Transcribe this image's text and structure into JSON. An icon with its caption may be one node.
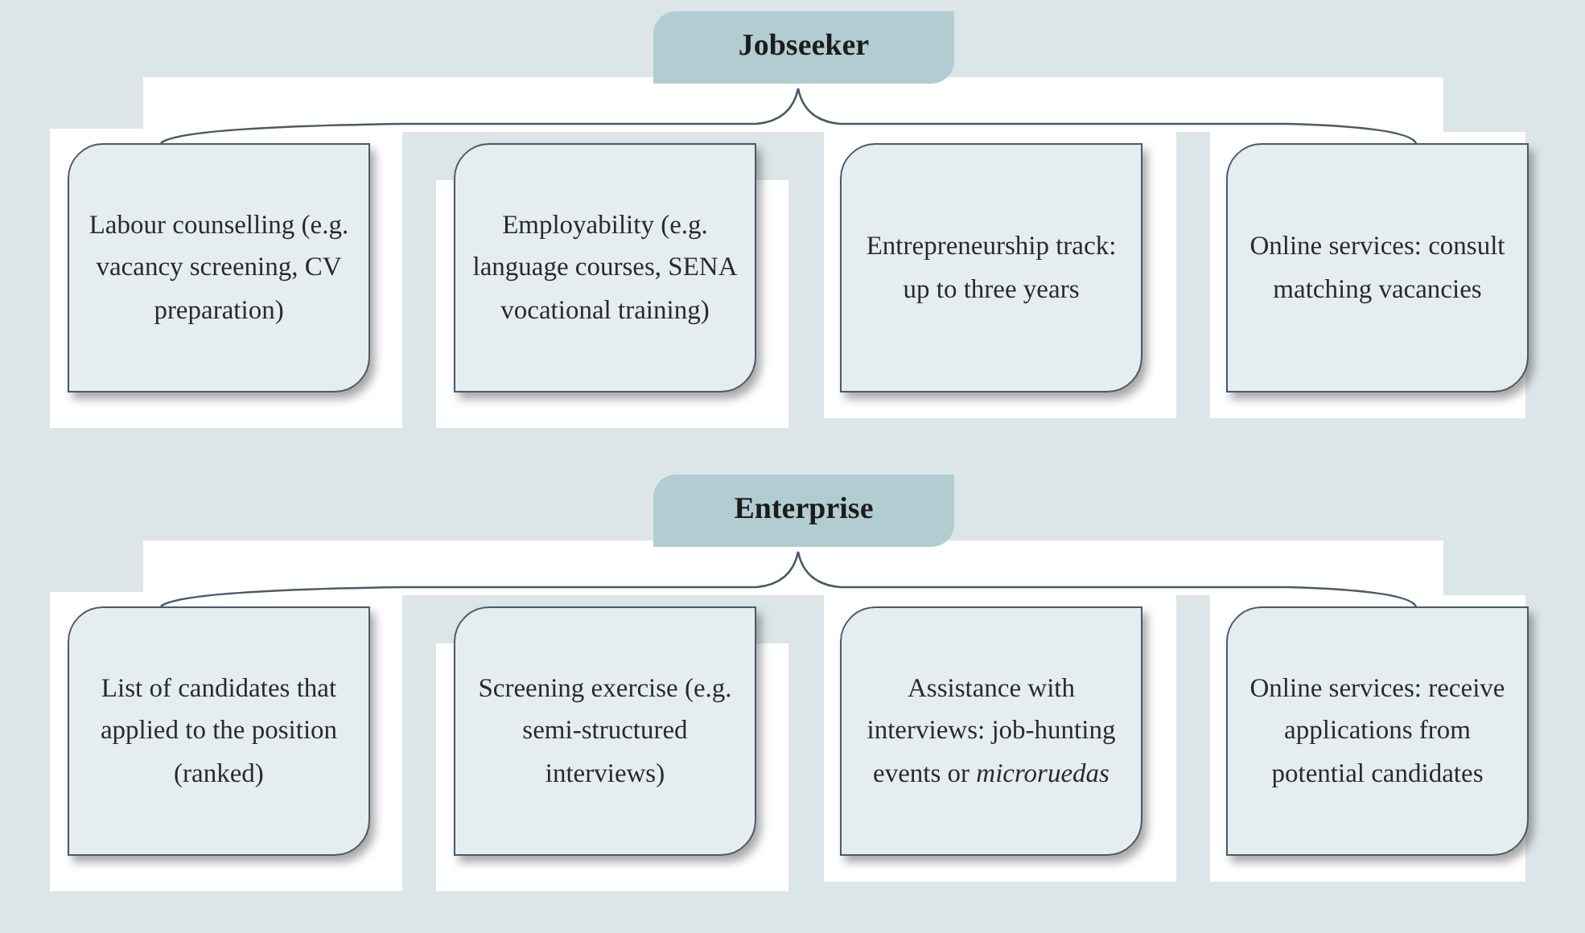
{
  "diagram": {
    "nodes": [
      {
        "text": [
          "Jobseeker"
        ]
      },
      {
        "text": [
          "Labour counselling (e.g. vacancy screening, CV preparation)"
        ]
      },
      {
        "text": [
          "Employability (e.g. language courses, SENA vocational training)"
        ]
      },
      {
        "text": [
          "Entrepreneurship track: up to three years"
        ]
      },
      {
        "text": [
          "Online services: consult matching vacancies"
        ]
      },
      {
        "text": [
          "Enterprise"
        ]
      },
      {
        "text": [
          "List of candidates that applied to the position (ranked)"
        ]
      },
      {
        "text": [
          "Screening exercise (e.g. semi-structured interviews)"
        ]
      },
      {
        "text": [
          "Assistance with interviews: job-hunting events or *microruedas*"
        ]
      },
      {
        "text": [
          "Online services: receive applications from potential candidates"
        ]
      }
    ]
  }
}
